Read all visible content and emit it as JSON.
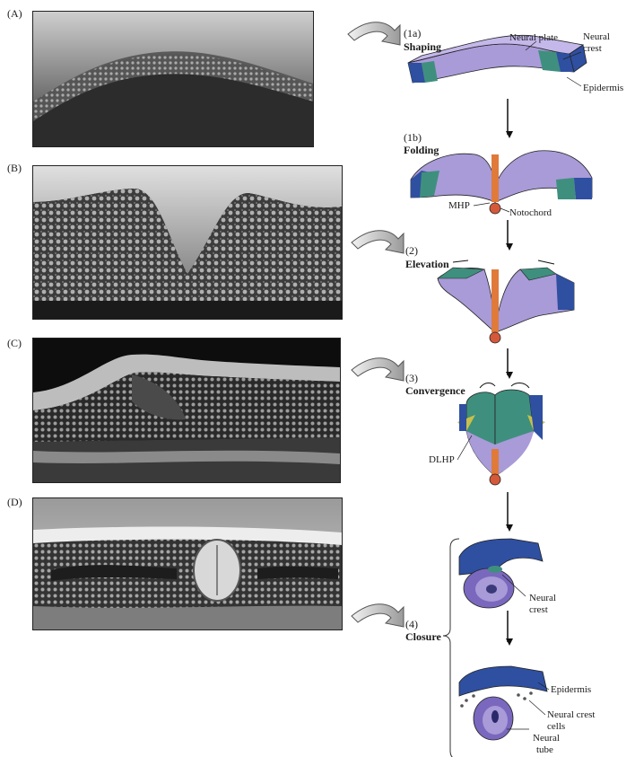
{
  "panels": [
    "(A)",
    "(B)",
    "(C)",
    "(D)"
  ],
  "steps": [
    {
      "num": "(1a)",
      "name": "Shaping"
    },
    {
      "num": "(1b)",
      "name": "Folding"
    },
    {
      "num": "(2)",
      "name": "Elevation"
    },
    {
      "num": "(3)",
      "name": "Convergence"
    },
    {
      "num": "(4)",
      "name": "Closure"
    }
  ],
  "labels": {
    "neural_plate": "Neural plate",
    "neural_crest_1": "Neural",
    "neural_crest_2": "crest",
    "epidermis": "Epidermis",
    "mhp": "MHP",
    "notochord": "Notochord",
    "dlhp": "DLHP",
    "closure_crest_1": "Neural",
    "closure_crest_2": "crest",
    "epidermis_2": "Epidermis",
    "crest_cells_1": "Neural crest",
    "crest_cells_2": "cells",
    "tube_1": "Neural",
    "tube_2": "tube"
  },
  "colors": {
    "neural_plate": "#a99ad8",
    "neural_plate_dark": "#7a68be",
    "neural_crest": "#3f8f7e",
    "epidermis": "#2f4fa0",
    "notochord": "#e07a3a",
    "dlhp": "#c8c04a",
    "photo_bg": "#2a2a2a"
  }
}
